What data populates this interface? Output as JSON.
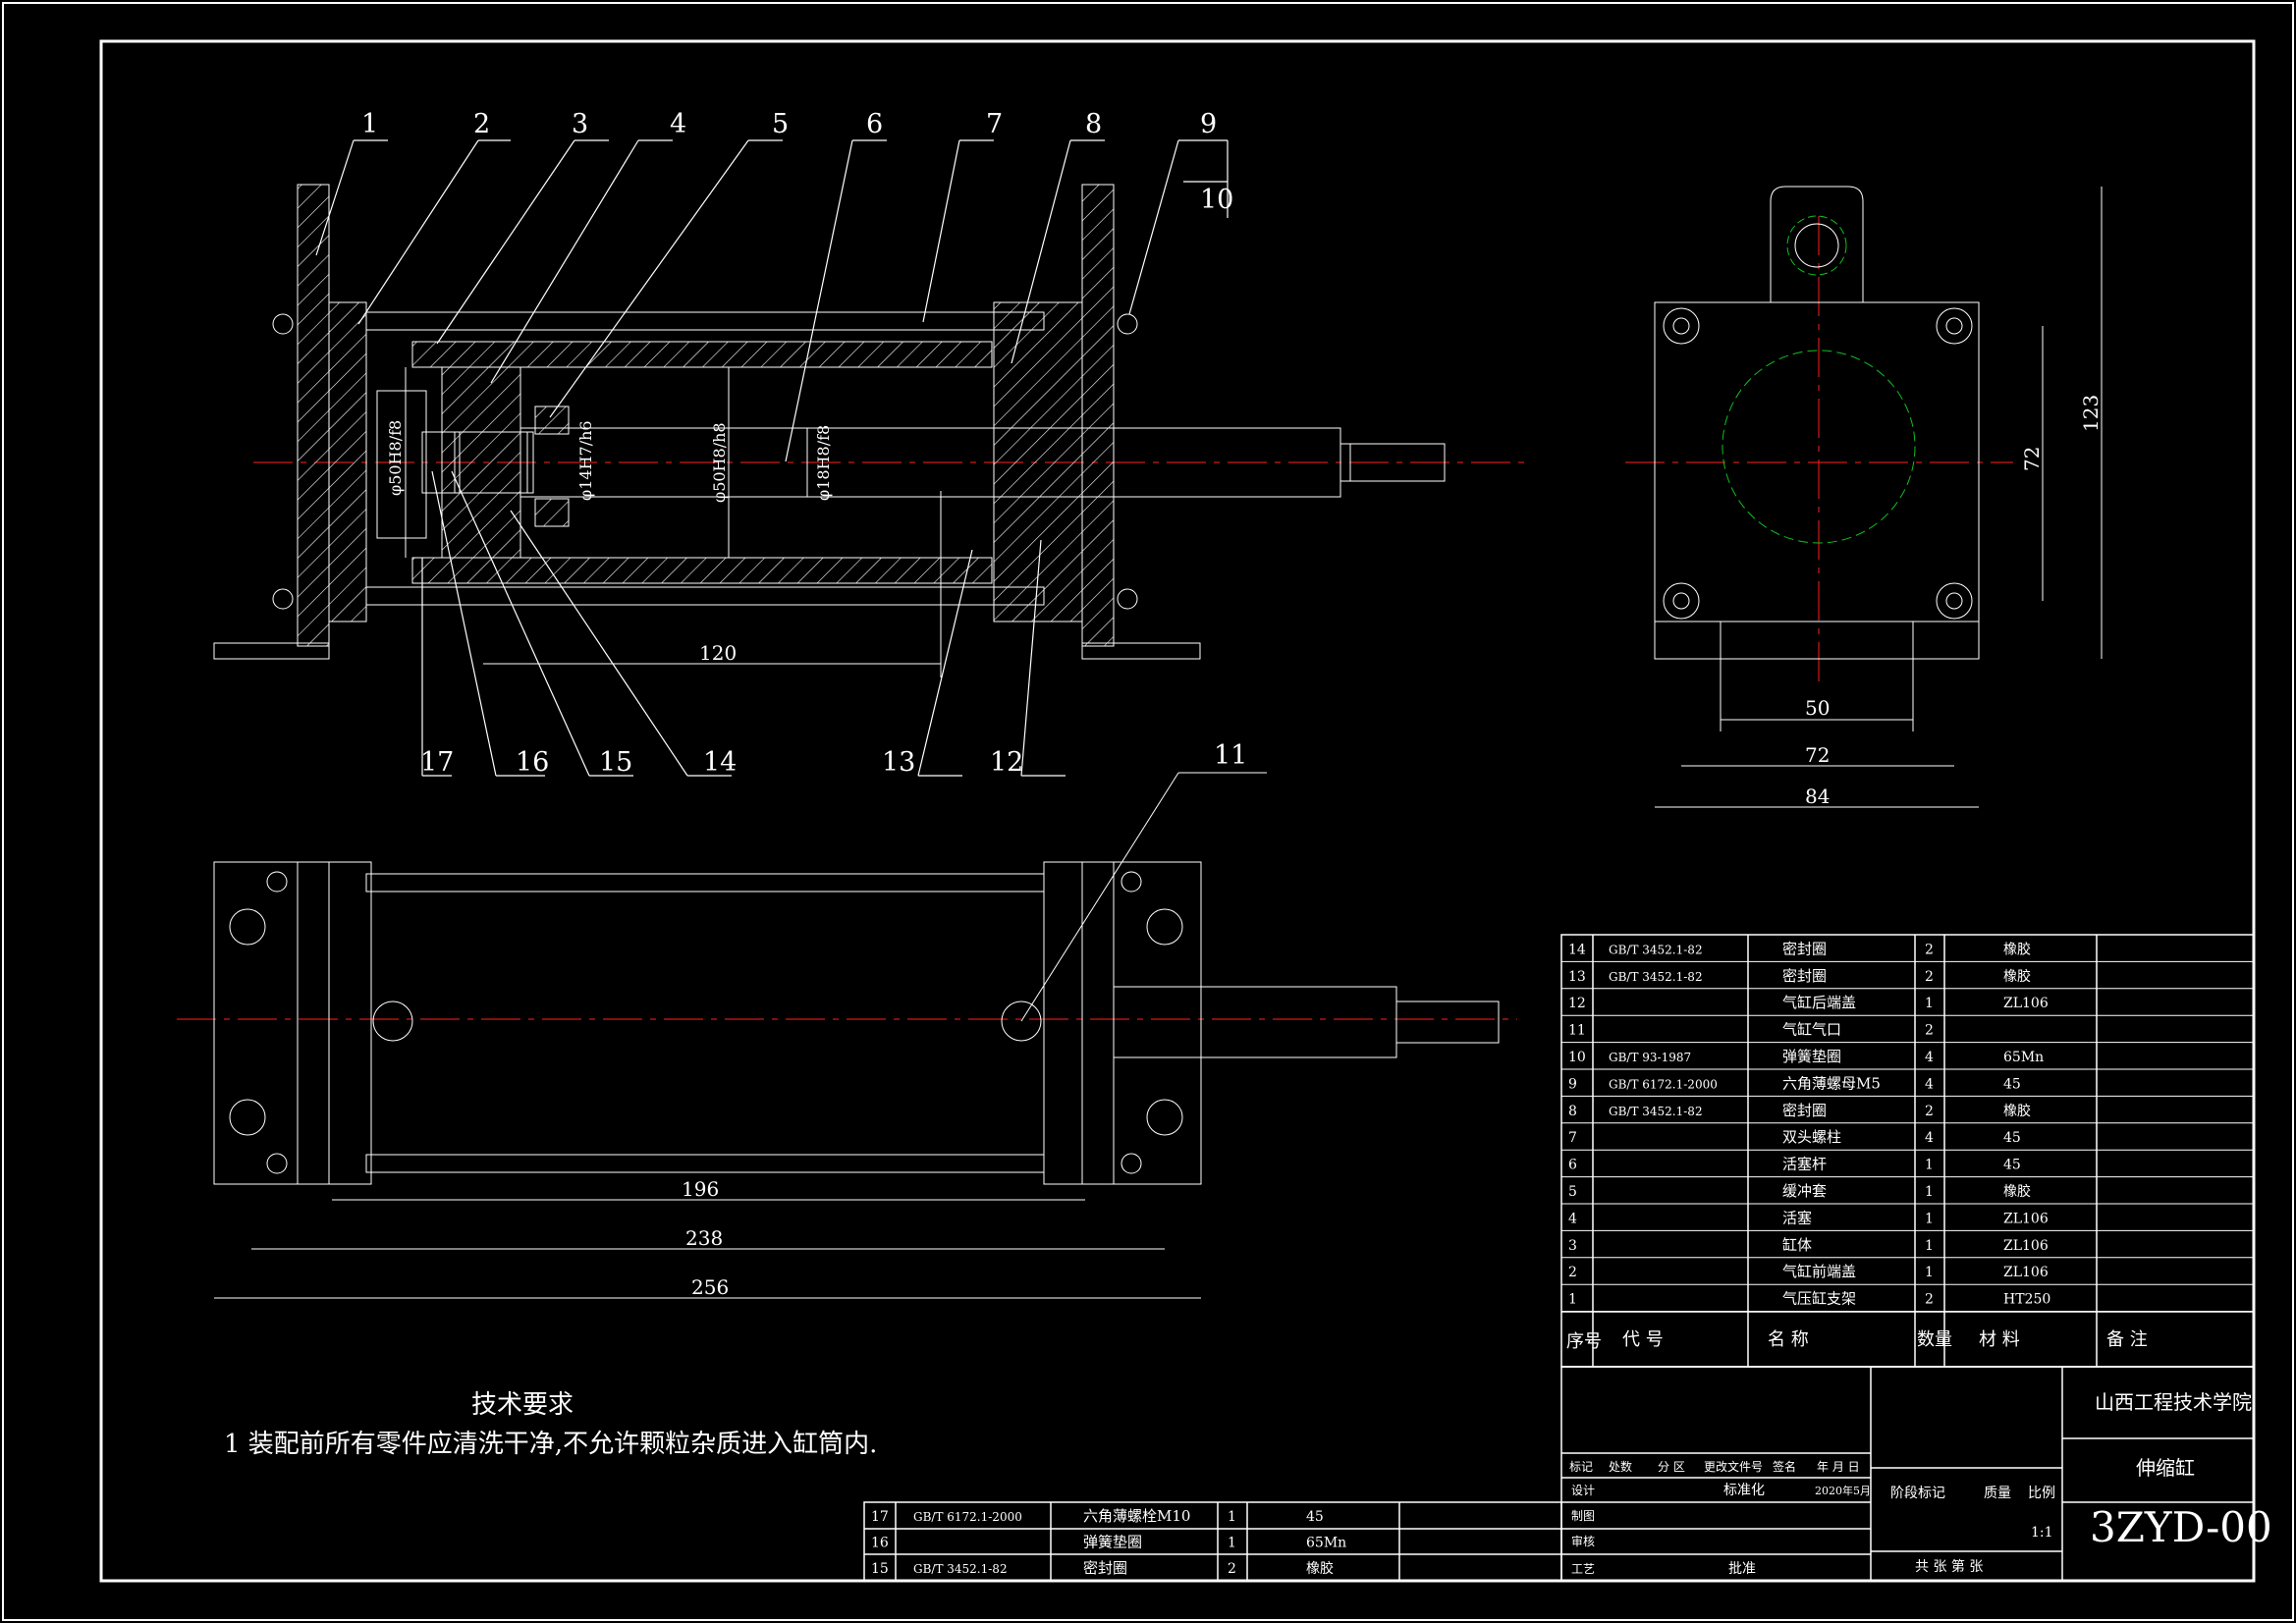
{
  "colors": {
    "background": "#000000",
    "lines": "#ffffff",
    "centerlines": "#ff2020",
    "hidden": "#10c020"
  },
  "balloons": [
    "1",
    "2",
    "3",
    "4",
    "5",
    "6",
    "7",
    "8",
    "9",
    "10",
    "11",
    "12",
    "13",
    "14",
    "15",
    "16",
    "17"
  ],
  "dims": {
    "d120": "120",
    "d196": "196",
    "d238": "238",
    "d256": "256",
    "d50": "50",
    "d72w": "72",
    "d84": "84",
    "d72h": "72",
    "d123": "123",
    "fit1": "φ50H8/f8",
    "fit2": "φ14H7/h6",
    "fit3": "φ50H8/h8",
    "fit4": "φ18H8/f8"
  },
  "tech": {
    "title": "技术要求",
    "line1": "1 装配前所有零件应清洗干净,不允许颗粒杂质进入缸筒内."
  },
  "bom_header": {
    "seq": "序号",
    "code": "代 号",
    "name": "名 称",
    "qty": "数量",
    "material": "材 料",
    "remark": "备 注"
  },
  "bom": [
    {
      "no": "14",
      "code": "GB/T 3452.1-82",
      "name": "密封圈",
      "qty": "2",
      "mat": "橡胶"
    },
    {
      "no": "13",
      "code": "GB/T 3452.1-82",
      "name": "密封圈",
      "qty": "2",
      "mat": "橡胶"
    },
    {
      "no": "12",
      "code": "",
      "name": "气缸后端盖",
      "qty": "1",
      "mat": "ZL106"
    },
    {
      "no": "11",
      "code": "",
      "name": "气缸气口",
      "qty": "2",
      "mat": ""
    },
    {
      "no": "10",
      "code": "GB/T 93-1987",
      "name": "弹簧垫圈",
      "qty": "4",
      "mat": "65Mn"
    },
    {
      "no": "9",
      "code": "GB/T 6172.1-2000",
      "name": "六角薄螺母M5",
      "qty": "4",
      "mat": "45"
    },
    {
      "no": "8",
      "code": "GB/T 3452.1-82",
      "name": "密封圈",
      "qty": "2",
      "mat": "橡胶"
    },
    {
      "no": "7",
      "code": "",
      "name": "双头螺柱",
      "qty": "4",
      "mat": "45"
    },
    {
      "no": "6",
      "code": "",
      "name": "活塞杆",
      "qty": "1",
      "mat": "45"
    },
    {
      "no": "5",
      "code": "",
      "name": "缓冲套",
      "qty": "1",
      "mat": "橡胶"
    },
    {
      "no": "4",
      "code": "",
      "name": "活塞",
      "qty": "1",
      "mat": "ZL106"
    },
    {
      "no": "3",
      "code": "",
      "name": "缸体",
      "qty": "1",
      "mat": "ZL106"
    },
    {
      "no": "2",
      "code": "",
      "name": "气缸前端盖",
      "qty": "1",
      "mat": "ZL106"
    },
    {
      "no": "1",
      "code": "",
      "name": "气压缸支架",
      "qty": "2",
      "mat": "HT250"
    }
  ],
  "bom_lower": [
    {
      "no": "17",
      "code": "GB/T 6172.1-2000",
      "name": "六角薄螺栓M10",
      "qty": "1",
      "mat": "45"
    },
    {
      "no": "16",
      "code": "",
      "name": "弹簧垫圈",
      "qty": "1",
      "mat": "65Mn"
    },
    {
      "no": "15",
      "code": "GB/T 3452.1-82",
      "name": "密封圈",
      "qty": "2",
      "mat": "橡胶"
    }
  ],
  "title_block": {
    "school": "山西工程技术学院",
    "part": "伸缩缸",
    "drawing_no": "3ZYD-00",
    "rev_labels": [
      "标记",
      "处数",
      "分 区",
      "更改文件号",
      "签名",
      "年 月 日"
    ],
    "row_labels": [
      "设计",
      "制图",
      "审核",
      "工艺"
    ],
    "std": "标准化",
    "date": "2020年5月",
    "approve": "批准",
    "stage": "阶段标记",
    "weight": "质量",
    "scale_label": "比例",
    "scale": "1:1",
    "sheets": "共  张   第  张"
  }
}
